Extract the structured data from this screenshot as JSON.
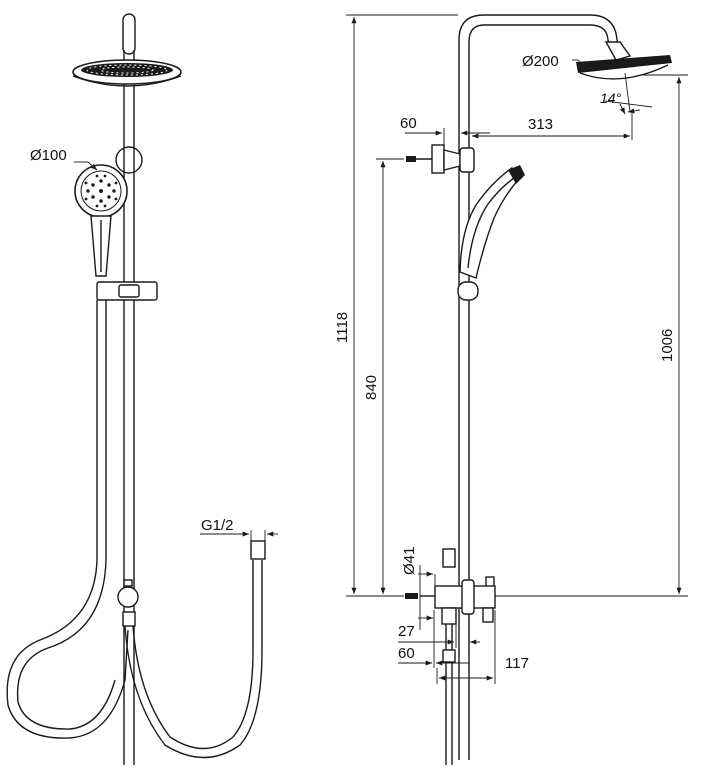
{
  "dimensions": {
    "head_diameter": "Ø200",
    "hand_diameter": "Ø100",
    "head_angle": "14°",
    "wall_offset_top": "60",
    "arm_reach": "313",
    "total_height": "1118",
    "bracket_height": "840",
    "head_height": "1006",
    "connector_thread": "G1/2",
    "mixer_diameter": "Ø41",
    "mixer_offset_27": "27",
    "mixer_offset_60": "60",
    "mixer_depth": "117"
  }
}
